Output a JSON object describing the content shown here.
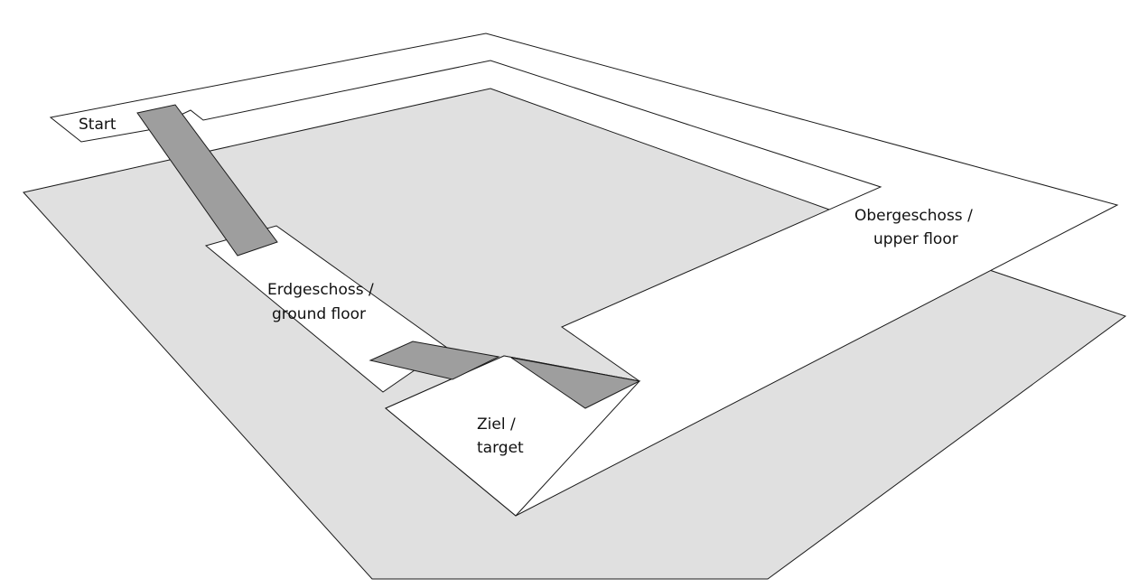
{
  "labels": {
    "start": "Start",
    "upper_floor_line1": "Obergeschoss /",
    "upper_floor_line2": "upper floor",
    "ground_floor_line1": "Erdgeschoss /",
    "ground_floor_line2": "ground floor",
    "target_line1": "Ziel /",
    "target_line2": "target"
  },
  "colors": {
    "ground_floor_fill": "#e0e0e0",
    "upper_floor_fill": "#ffffff",
    "ramp_fill": "#9e9e9e",
    "outline": "#1a1a1a"
  }
}
